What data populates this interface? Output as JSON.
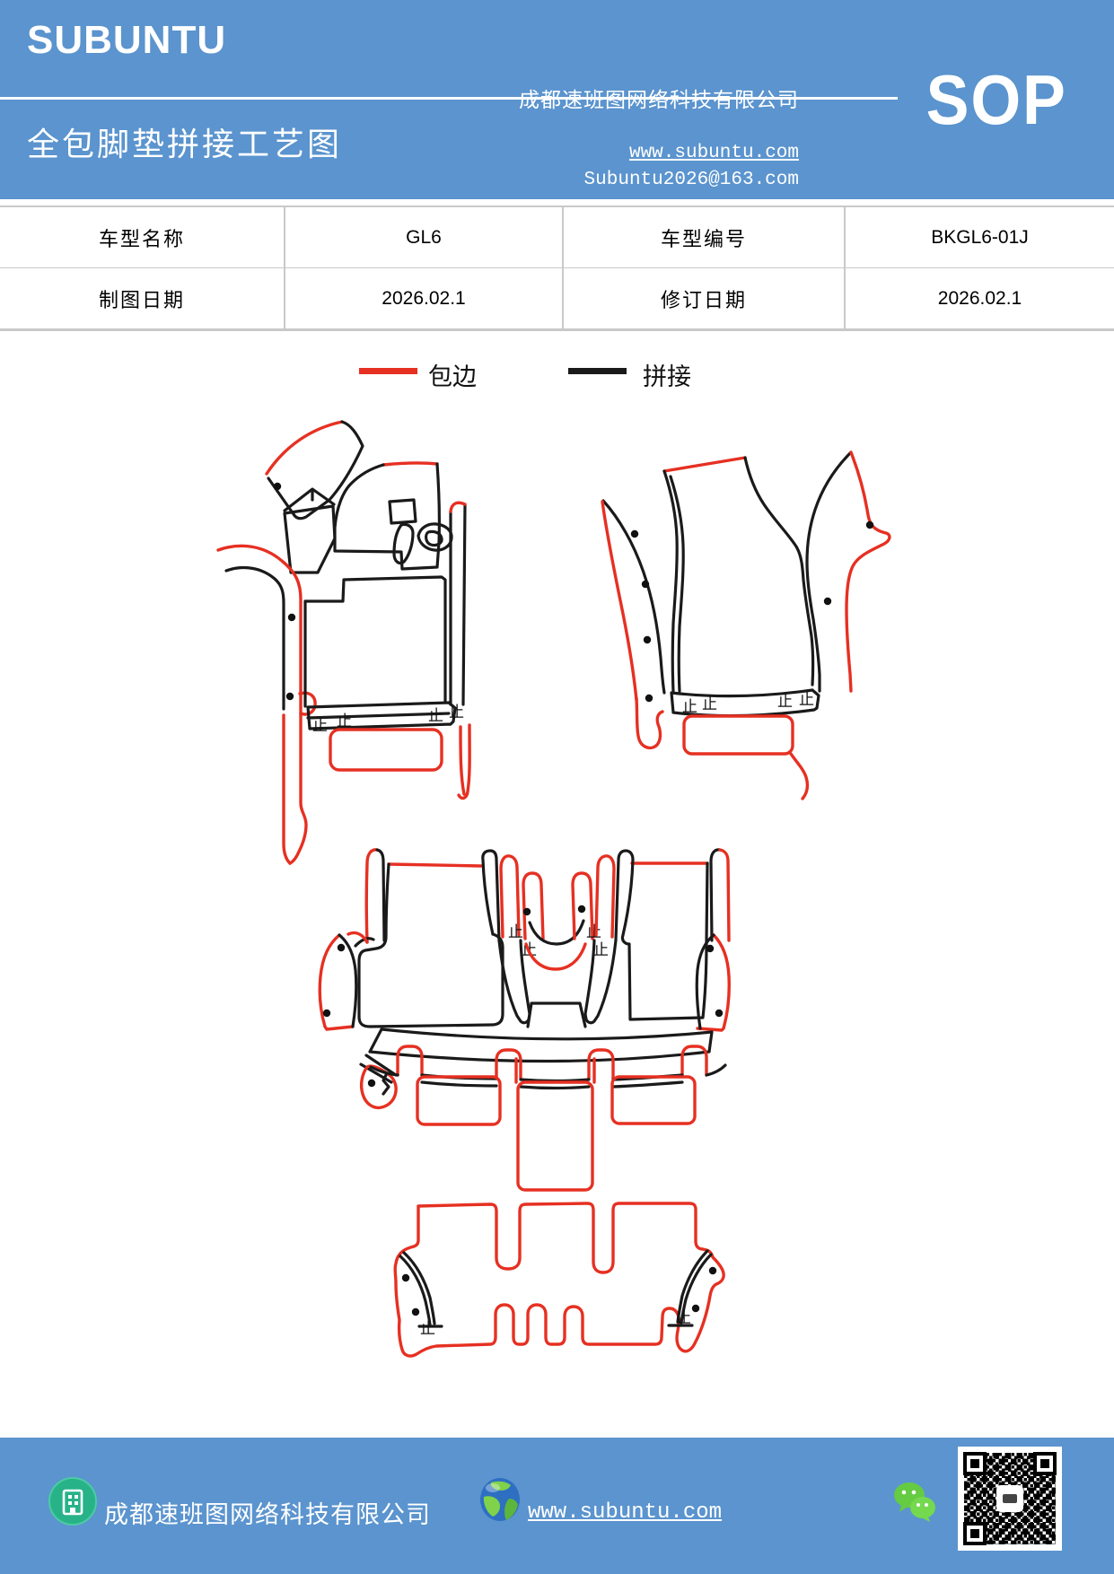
{
  "colors": {
    "header_bg": "#5B94CE",
    "footer_bg": "#5B94CE",
    "edge_red": "#E63022",
    "seam_black": "#1A1A1A",
    "table_border": "#C9C9C9"
  },
  "header": {
    "logo": "SUBUNTU",
    "company": "成都速班图网络科技有限公司",
    "title": "全包脚垫拼接工艺图",
    "website": "www.subuntu.com",
    "email": "Subuntu2026@163.com",
    "badge": "SOP"
  },
  "info_table": {
    "rows": [
      [
        "车型名称",
        "GL6",
        "车型编号",
        "BKGL6-01J"
      ],
      [
        "制图日期",
        "2026.02.1",
        "修订日期",
        "2026.02.1"
      ]
    ]
  },
  "legend": {
    "items": [
      {
        "label": "包边",
        "color": "#E63022"
      },
      {
        "label": "拼接",
        "color": "#1A1A1A"
      }
    ]
  },
  "drawing": {
    "stop_mark": "止"
  },
  "footer": {
    "company": "成都速班图网络科技有限公司",
    "website": "www.subuntu.com"
  }
}
